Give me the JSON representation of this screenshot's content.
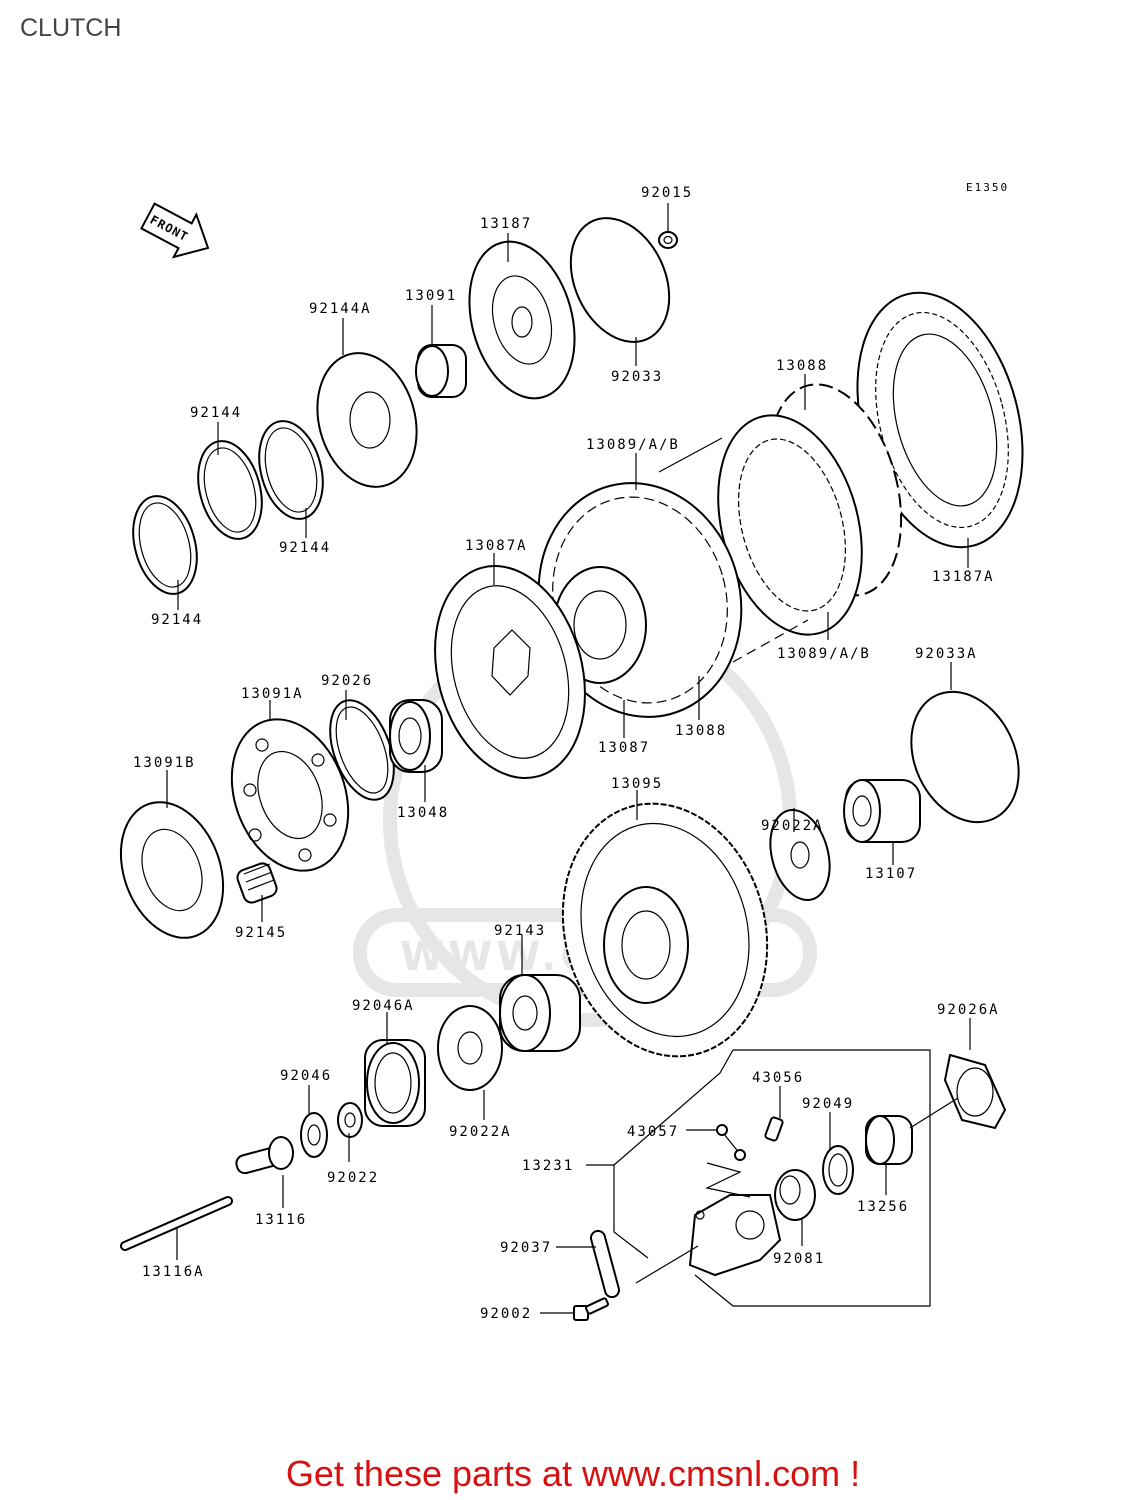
{
  "page_title": "CLUTCH",
  "diagram_code": "E1350",
  "front_label": "FRONT",
  "watermark_text": "WWW.CM",
  "footer": "Get these parts at www.cmsnl.com !",
  "colors": {
    "footer": "#d71010",
    "title": "#444444",
    "watermark": "#e6e6e6"
  },
  "callouts": {
    "c92015": "92015",
    "c13187": "13187",
    "c92033": "92033",
    "c13091": "13091",
    "c92144A": "92144A",
    "c92144_top": "92144",
    "c92144_mid": "92144",
    "c92144_bot": "92144",
    "c13088_top": "13088",
    "c13089_top": "13089/A/B",
    "c13087A": "13087A",
    "c13187A": "13187A",
    "c13089_bot": "13089/A/B",
    "c92033A": "92033A",
    "c13091A": "13091A",
    "c92026": "92026",
    "c13087": "13087",
    "c13088_bot": "13088",
    "c13091B": "13091B",
    "c13048": "13048",
    "c13095": "13095",
    "c92022A_top": "92022A",
    "c13107": "13107",
    "c92145": "92145",
    "c92143": "92143",
    "c92046A": "92046A",
    "c92026A": "92026A",
    "c43056": "43056",
    "c92046": "92046",
    "c92049": "92049",
    "c43057": "43057",
    "c92022A_bot": "92022A",
    "c13231": "13231",
    "c92022": "92022",
    "c13256": "13256",
    "c13116": "13116",
    "c92037": "92037",
    "c92081": "92081",
    "c13116A": "13116A",
    "c92002": "92002"
  }
}
